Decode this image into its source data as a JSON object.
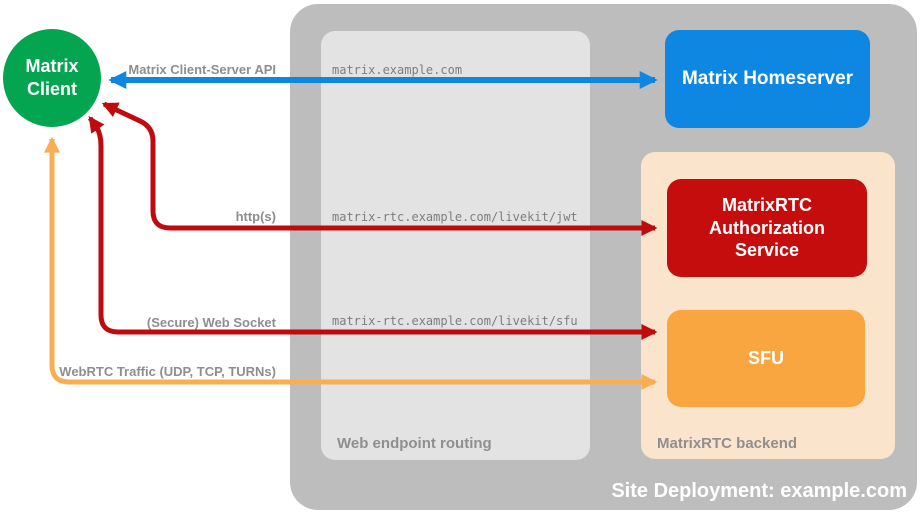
{
  "zones": {
    "site_deployment": {
      "label": "Site Deployment: example.com",
      "color": "#BDBDBD"
    },
    "web_endpoint_routing": {
      "label": "Web endpoint routing",
      "color": "#E3E3E3"
    },
    "matrixrtc_backend": {
      "label": "MatrixRTC backend",
      "color": "#FBE4CC"
    }
  },
  "nodes": {
    "client": {
      "label": "Matrix Client",
      "shape": "circle",
      "color": "#04A551"
    },
    "homeserver": {
      "label": "Matrix Homeserver",
      "shape": "rounded-rect",
      "color": "#0D87E1"
    },
    "auth_service": {
      "label": "MatrixRTC Authorization Service",
      "shape": "rounded-rect",
      "color": "#C50D0D"
    },
    "sfu": {
      "label": "SFU",
      "shape": "rounded-rect",
      "color": "#F9A540"
    }
  },
  "connections": [
    {
      "id": "matrix-client-server-api",
      "label": "Matrix Client-Server API",
      "endpoint": "matrix.example.com",
      "from": "Matrix Client",
      "to": "Matrix Homeserver",
      "bidirectional": true,
      "color": "#0D87E1"
    },
    {
      "id": "https",
      "label": "http(s)",
      "endpoint": "matrix-rtc.example.com/livekit/jwt",
      "from": "Matrix Client",
      "to": "MatrixRTC Authorization Service",
      "bidirectional": true,
      "color": "#C00B0E"
    },
    {
      "id": "secure-web-socket",
      "label": "(Secure) Web Socket",
      "endpoint": "matrix-rtc.example.com/livekit/sfu",
      "from": "Matrix Client",
      "to": "SFU",
      "bidirectional": true,
      "color": "#C00B0E"
    },
    {
      "id": "webrtc-traffic",
      "label": "WebRTC Traffic (UDP, TCP, TURNs)",
      "endpoint": "",
      "from": "Matrix Client",
      "to": "SFU",
      "bidirectional": true,
      "color": "#F9AE54"
    }
  ]
}
